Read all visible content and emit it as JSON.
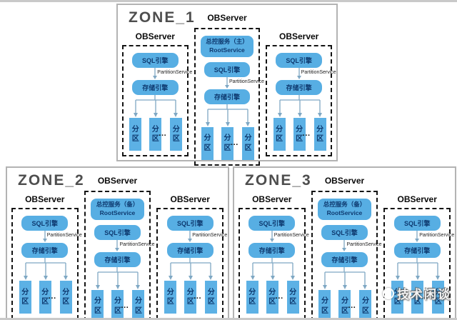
{
  "labels": {
    "sql_engine": "SQL引擎",
    "partition_service": "PartitionService",
    "storage_engine": "存储引擎",
    "partition_line1": "分",
    "partition_line2": "区",
    "ellipsis": "···"
  },
  "zones": [
    {
      "title": "ZONE_1",
      "servers": [
        {
          "label": "OBServer"
        },
        {
          "label": "OBServer",
          "root_line1": "总控服务（主）",
          "root_line2": "RootService"
        },
        {
          "label": "OBServer"
        }
      ]
    },
    {
      "title": "ZONE_2",
      "servers": [
        {
          "label": "OBServer"
        },
        {
          "label": "OBServer",
          "root_line1": "总控服务（备）",
          "root_line2": "RootService"
        },
        {
          "label": "OBServer"
        }
      ]
    },
    {
      "title": "ZONE_3",
      "servers": [
        {
          "label": "OBServer"
        },
        {
          "label": "OBServer",
          "root_line1": "总控服务（备）",
          "root_line2": "RootService"
        },
        {
          "label": "OBServer"
        }
      ]
    }
  ],
  "watermark": {
    "text": "技术闲谈"
  },
  "colors": {
    "box_blue": "#57aee3",
    "partition_blue": "#5cb1e5",
    "box_text": "#0e3a70",
    "connector": "#7fa8c4",
    "zone_border": "#b3b3b3",
    "dashed_border": "#141414",
    "title_gray": "#4e4e4e",
    "frame_gray": "#c9c9c9"
  }
}
